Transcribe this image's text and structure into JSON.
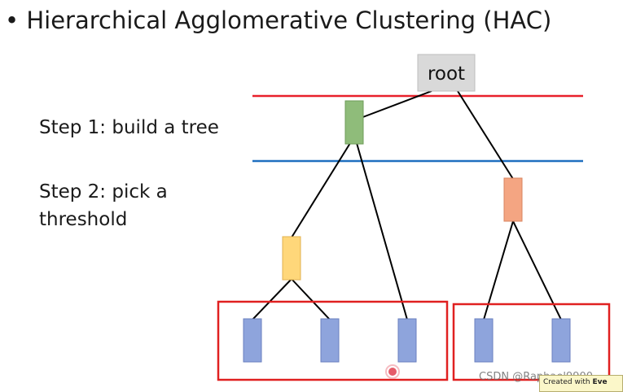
{
  "slide": {
    "title": "• Hierarchical Agglomerative Clustering (HAC)",
    "step1": "Step 1: build a tree",
    "step2_line1": "Step 2: pick a",
    "step2_line2": "threshold"
  },
  "tree": {
    "root_label": "root"
  },
  "colors": {
    "root_fill": "#d9d9d9",
    "green_node": "#8fbc7a",
    "orange_node": "#f4a582",
    "yellow_node": "#ffd77a",
    "leaf_node": "#8ea4dc",
    "red_line": "#e8202a",
    "blue_line": "#1f6fbf",
    "cluster_box": "#e02020"
  },
  "footer": {
    "watermark": "CSDN @Raphael9900",
    "tooltip_prefix": "Created with ",
    "tooltip_brand": "Eve"
  }
}
